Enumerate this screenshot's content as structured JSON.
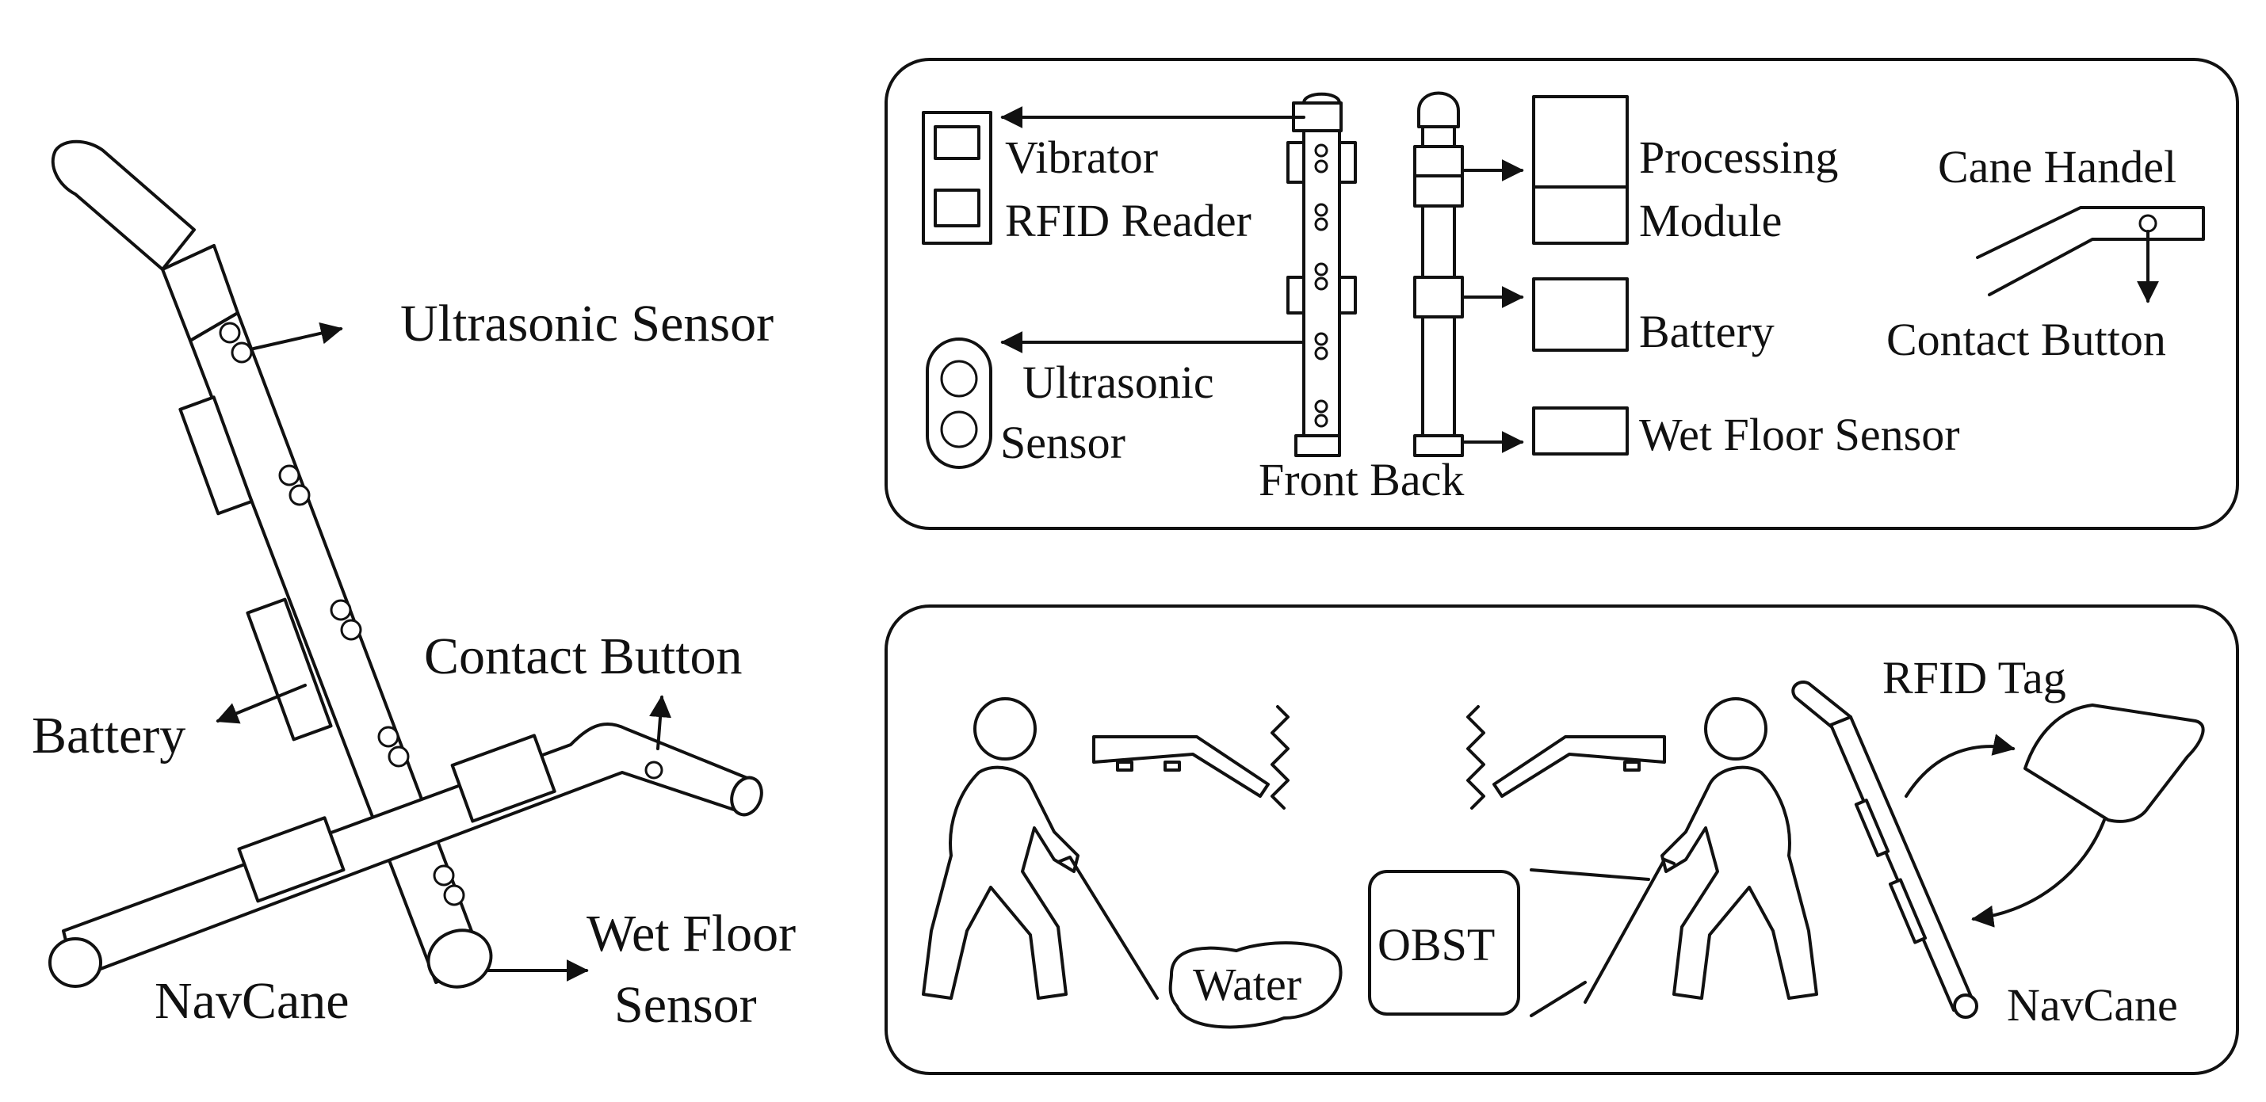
{
  "left": {
    "ultrasonic": "Ultrasonic Sensor",
    "contact": "Contact Button",
    "battery": "Battery",
    "wet1": "Wet Floor",
    "wet2": "Sensor",
    "navcane": "NavCane"
  },
  "top_panel": {
    "vibrator": "Vibrator",
    "rfid_reader": "RFID Reader",
    "ultra1": "Ultrasonic",
    "ultra2": "Sensor",
    "front_back": "Front Back",
    "processing1": "Processing",
    "processing2": "Module",
    "battery": "Battery",
    "wet": "Wet Floor Sensor",
    "cane_handel": "Cane Handel",
    "contact": "Contact Button"
  },
  "bottom_panel": {
    "rfid_tag": "RFID Tag",
    "water": "Water",
    "obst": "OBST",
    "navcane": "NavCane"
  }
}
